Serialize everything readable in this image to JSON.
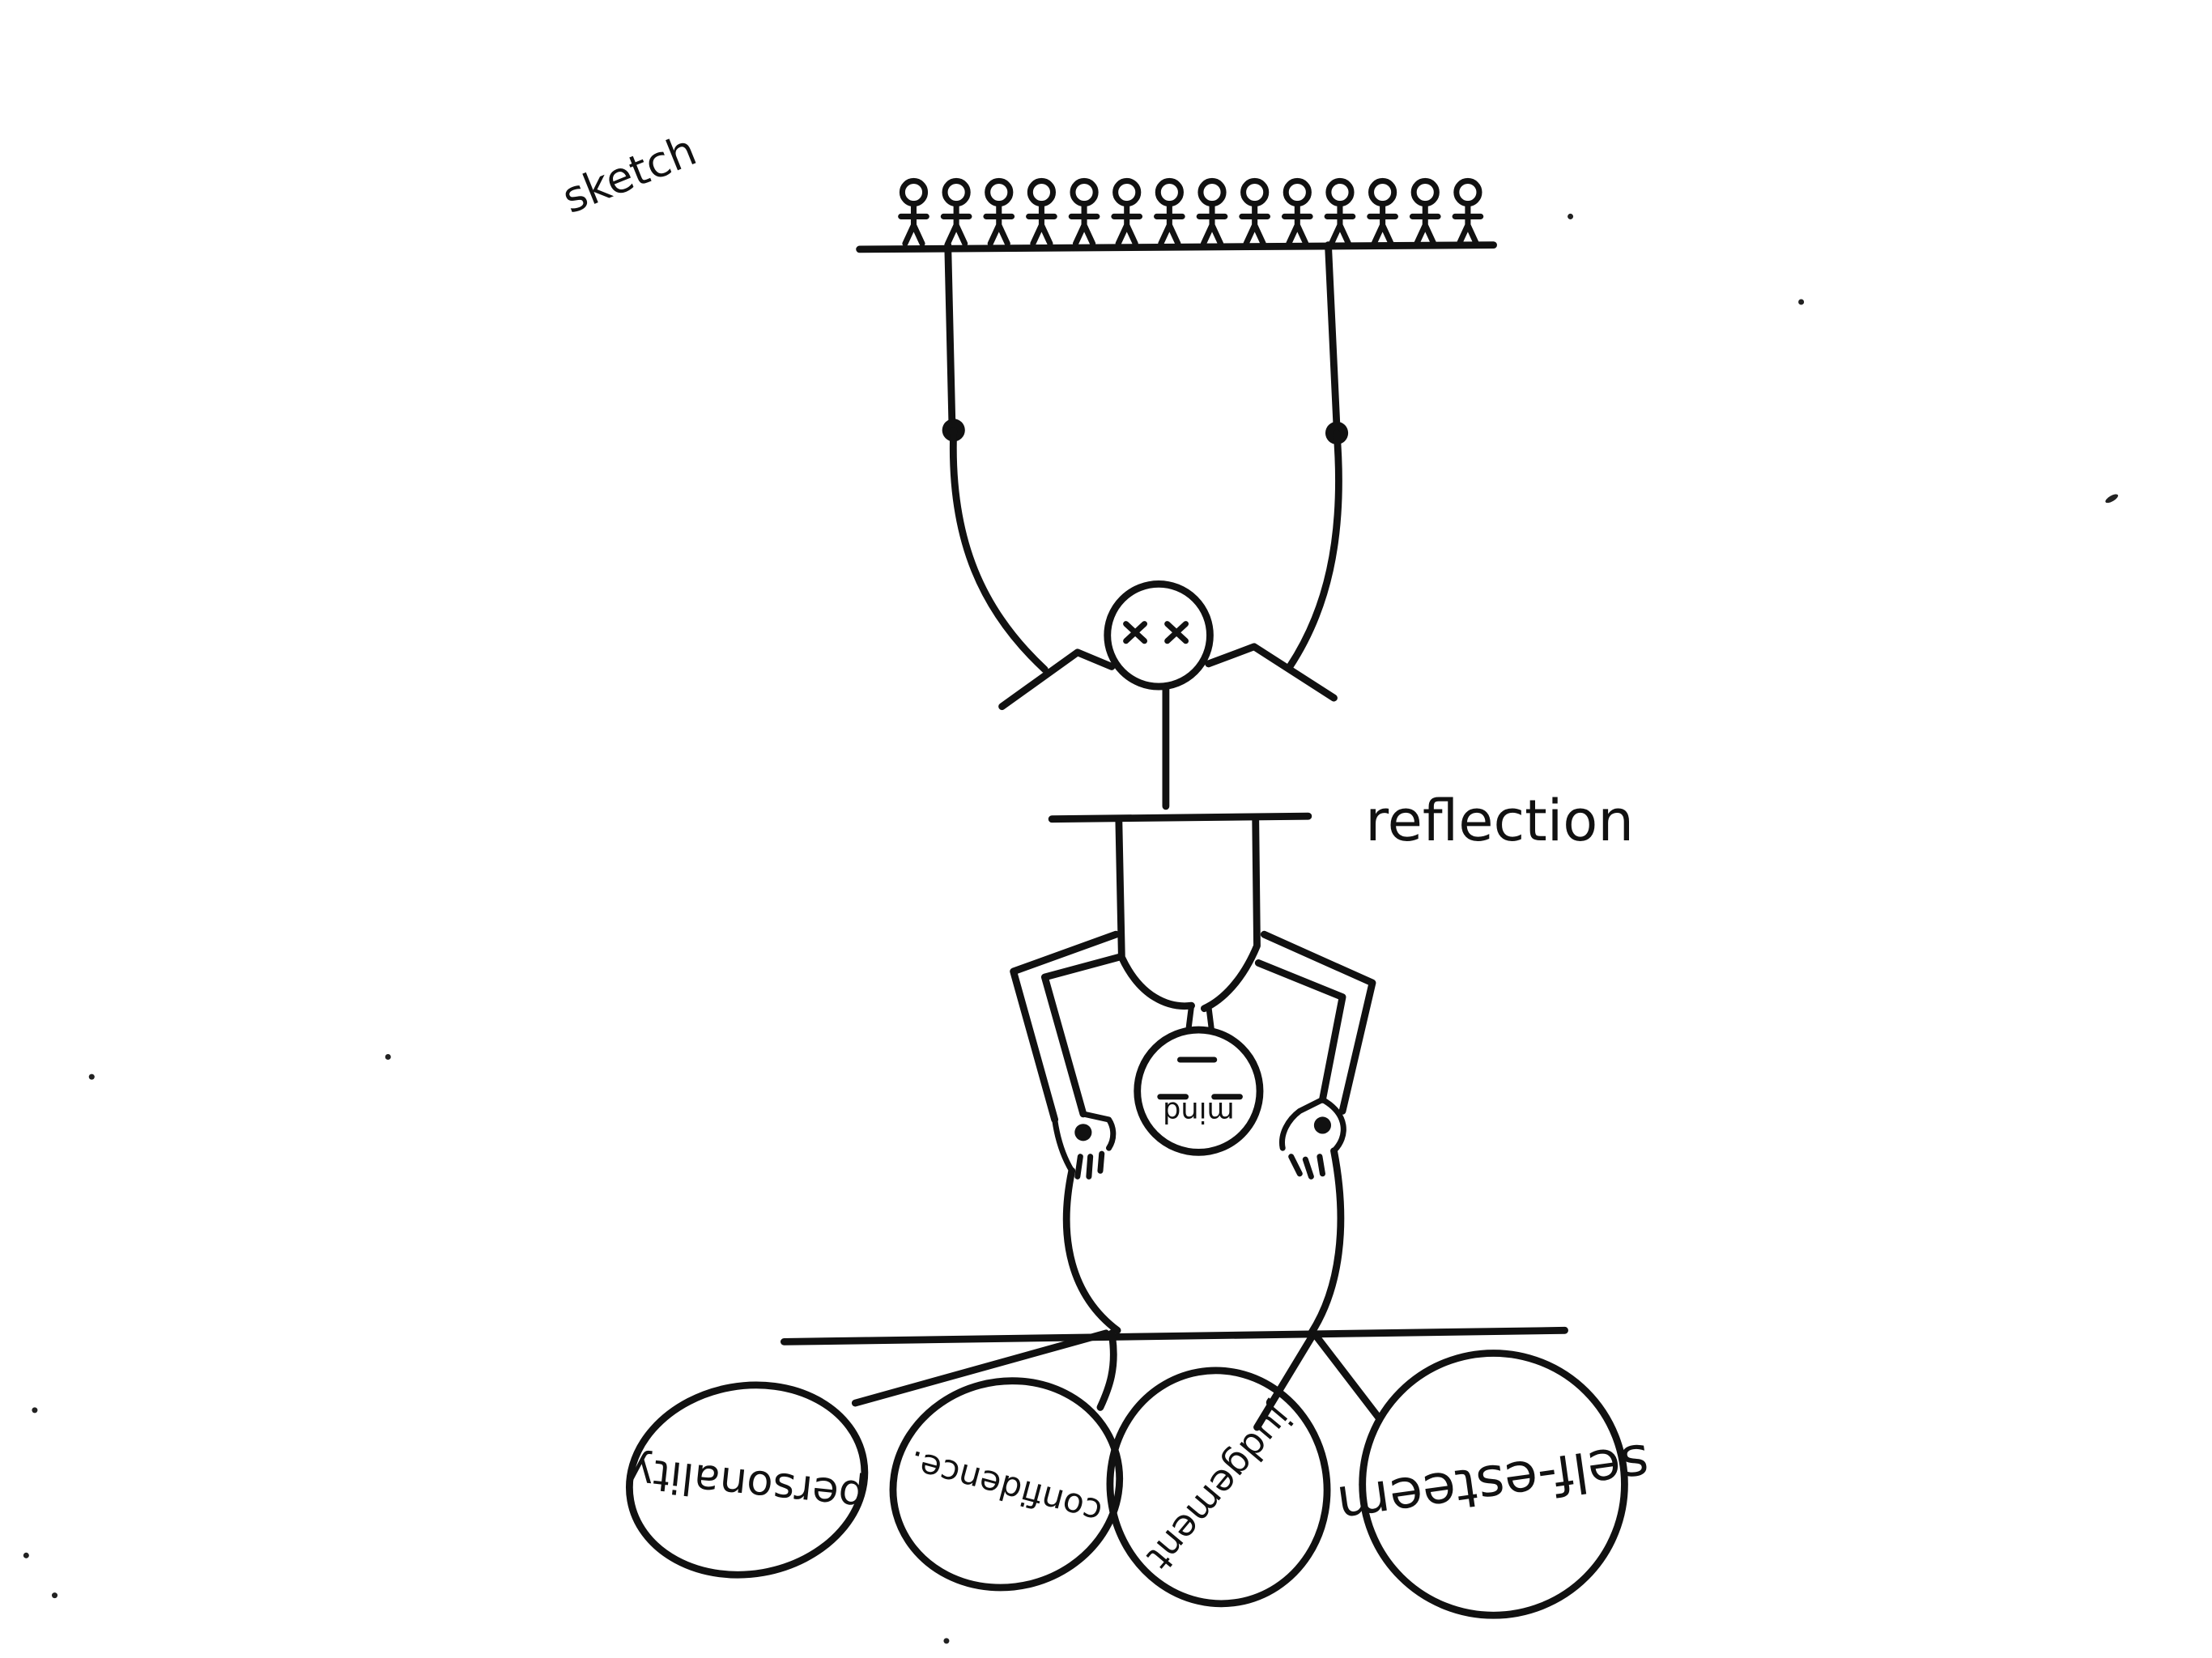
{
  "labels": {
    "sketch": "sketch",
    "reflection": "reflection",
    "face_text": "mind",
    "circles": [
      "personality",
      "confidence.",
      "judgement",
      "self-esteem"
    ]
  },
  "figures": {
    "crowd_count": 14
  },
  "colors": {
    "ink": "#111111",
    "paper": "#ffffff"
  }
}
